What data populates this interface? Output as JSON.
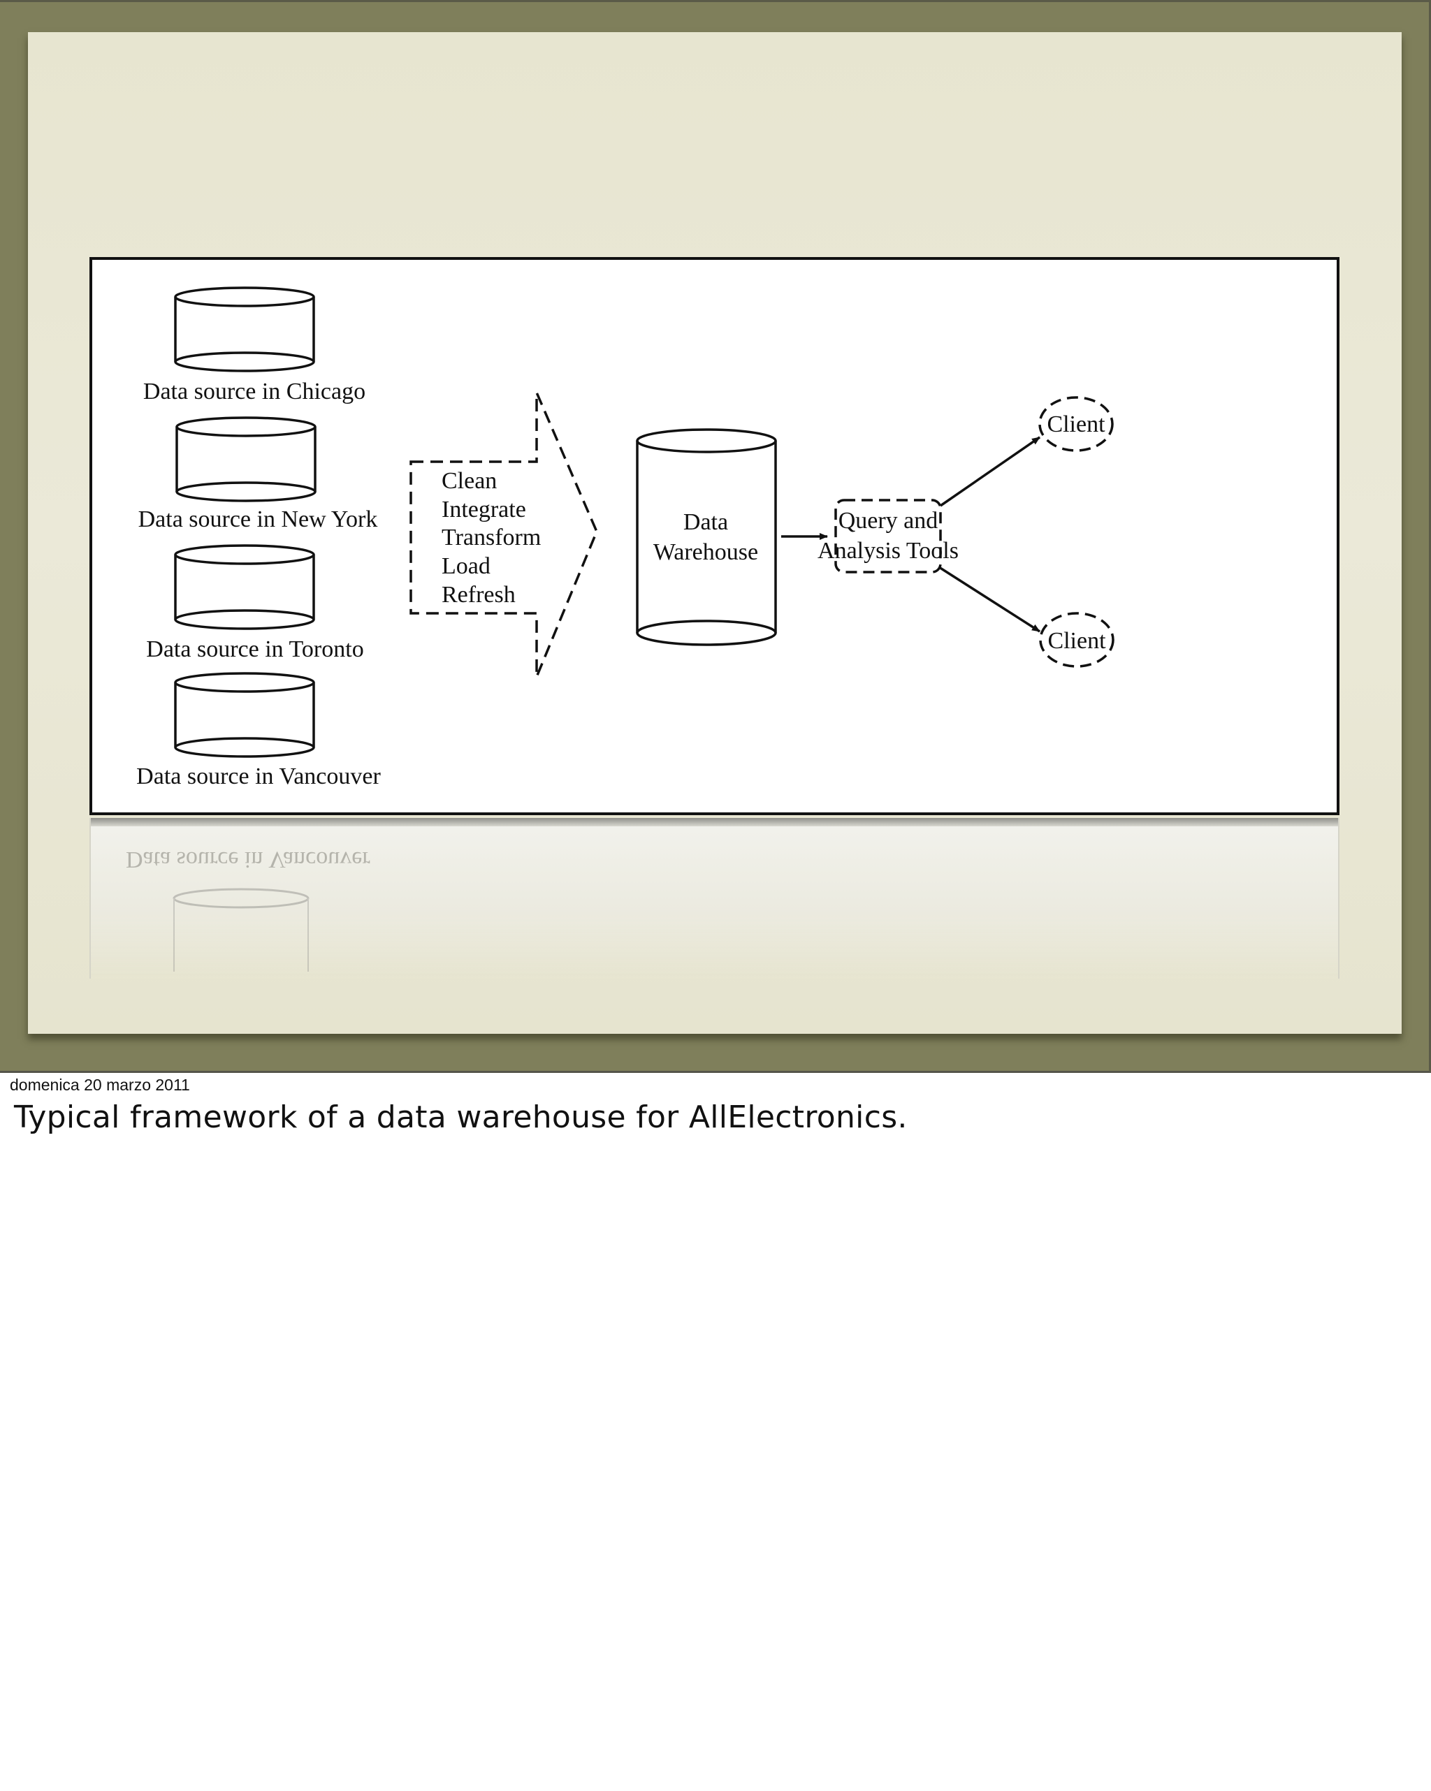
{
  "slide": {
    "date": "domenica 20 marzo 2011",
    "caption": "Typical framework of a data warehouse for AllElectronics."
  },
  "diagram": {
    "sources": [
      {
        "label": "Data source in Chicago"
      },
      {
        "label": "Data source in New York"
      },
      {
        "label": "Data source in Toronto"
      },
      {
        "label": "Data source in Vancouver"
      }
    ],
    "etl_steps": [
      "Clean",
      "Integrate",
      "Transform",
      "Load",
      "Refresh"
    ],
    "warehouse": {
      "line1": "Data",
      "line2": "Warehouse"
    },
    "tools": {
      "line1": "Query and",
      "line2": "Analysis Tools"
    },
    "clients": [
      {
        "label": "Client"
      },
      {
        "label": "Client"
      }
    ],
    "reflection_label": "Data source in Vancouver"
  },
  "colors": {
    "frame": "#7f7f5b",
    "paper": "#e8e6d2",
    "ink": "#111111"
  }
}
